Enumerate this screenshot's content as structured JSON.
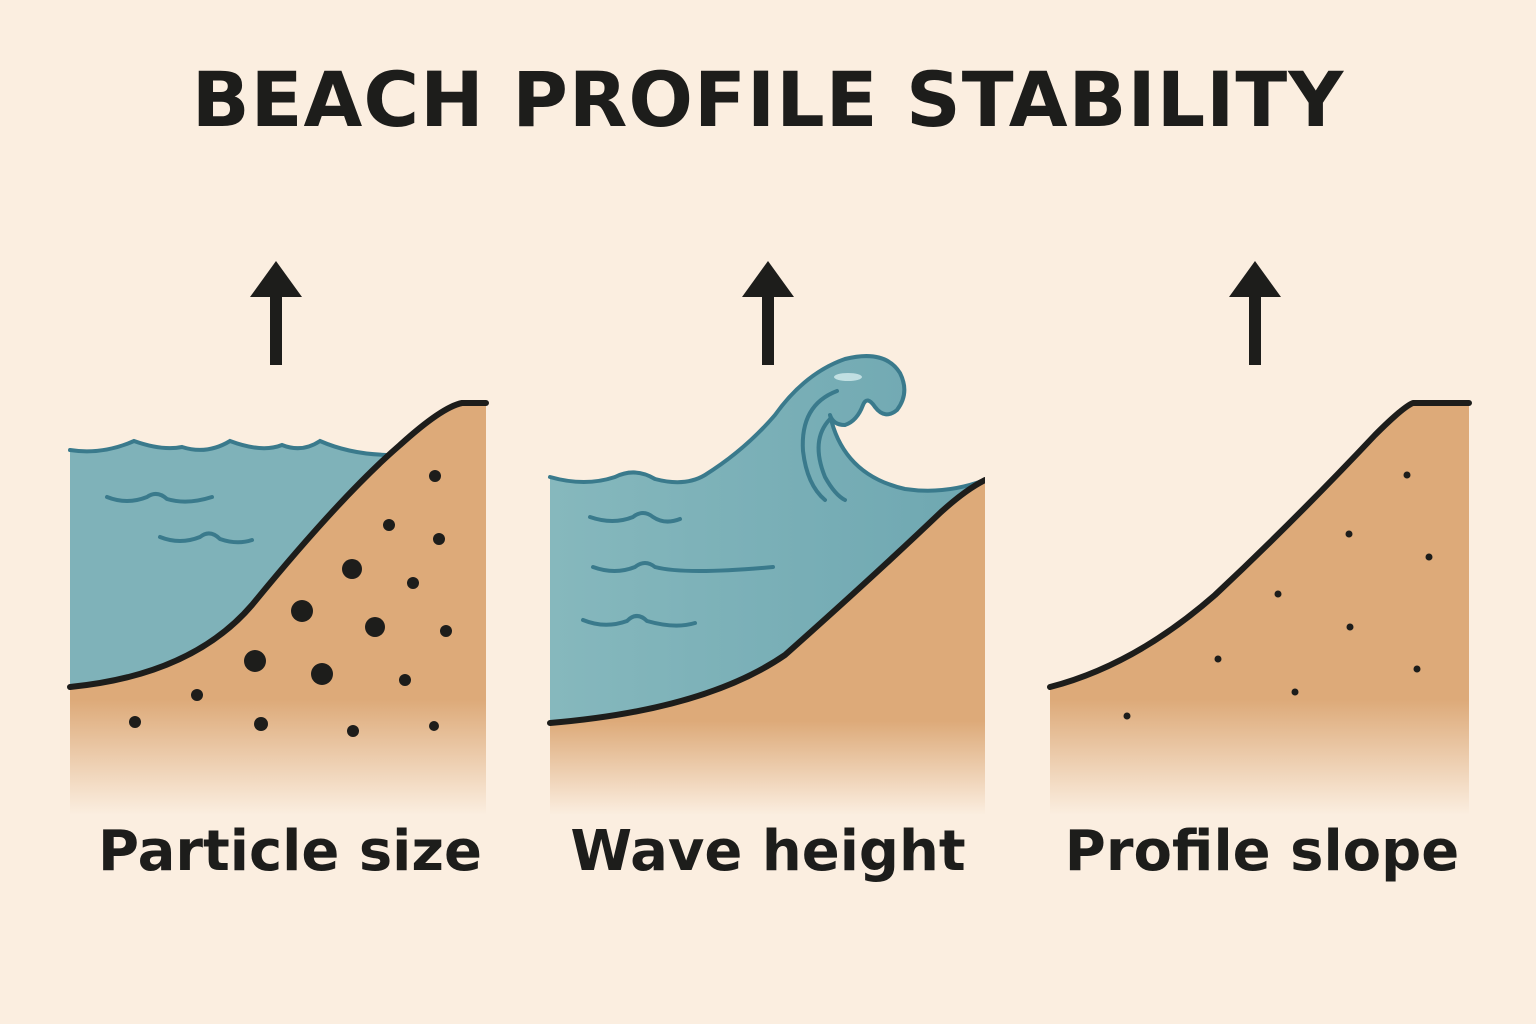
{
  "title": "BEACH PROFILE STABILITY",
  "panels": [
    {
      "label": "Particle size",
      "arrow_icon": "arrow-up-icon"
    },
    {
      "label": "Wave height",
      "arrow_icon": "arrow-up-icon"
    },
    {
      "label": "Profile slope",
      "arrow_icon": "arrow-up-icon"
    }
  ],
  "colors": {
    "background": "#fbeee0",
    "water": "#7fb2b9",
    "water_line": "#3a7a8c",
    "sand": "#ddaa79",
    "outline": "#1d1d1b"
  }
}
